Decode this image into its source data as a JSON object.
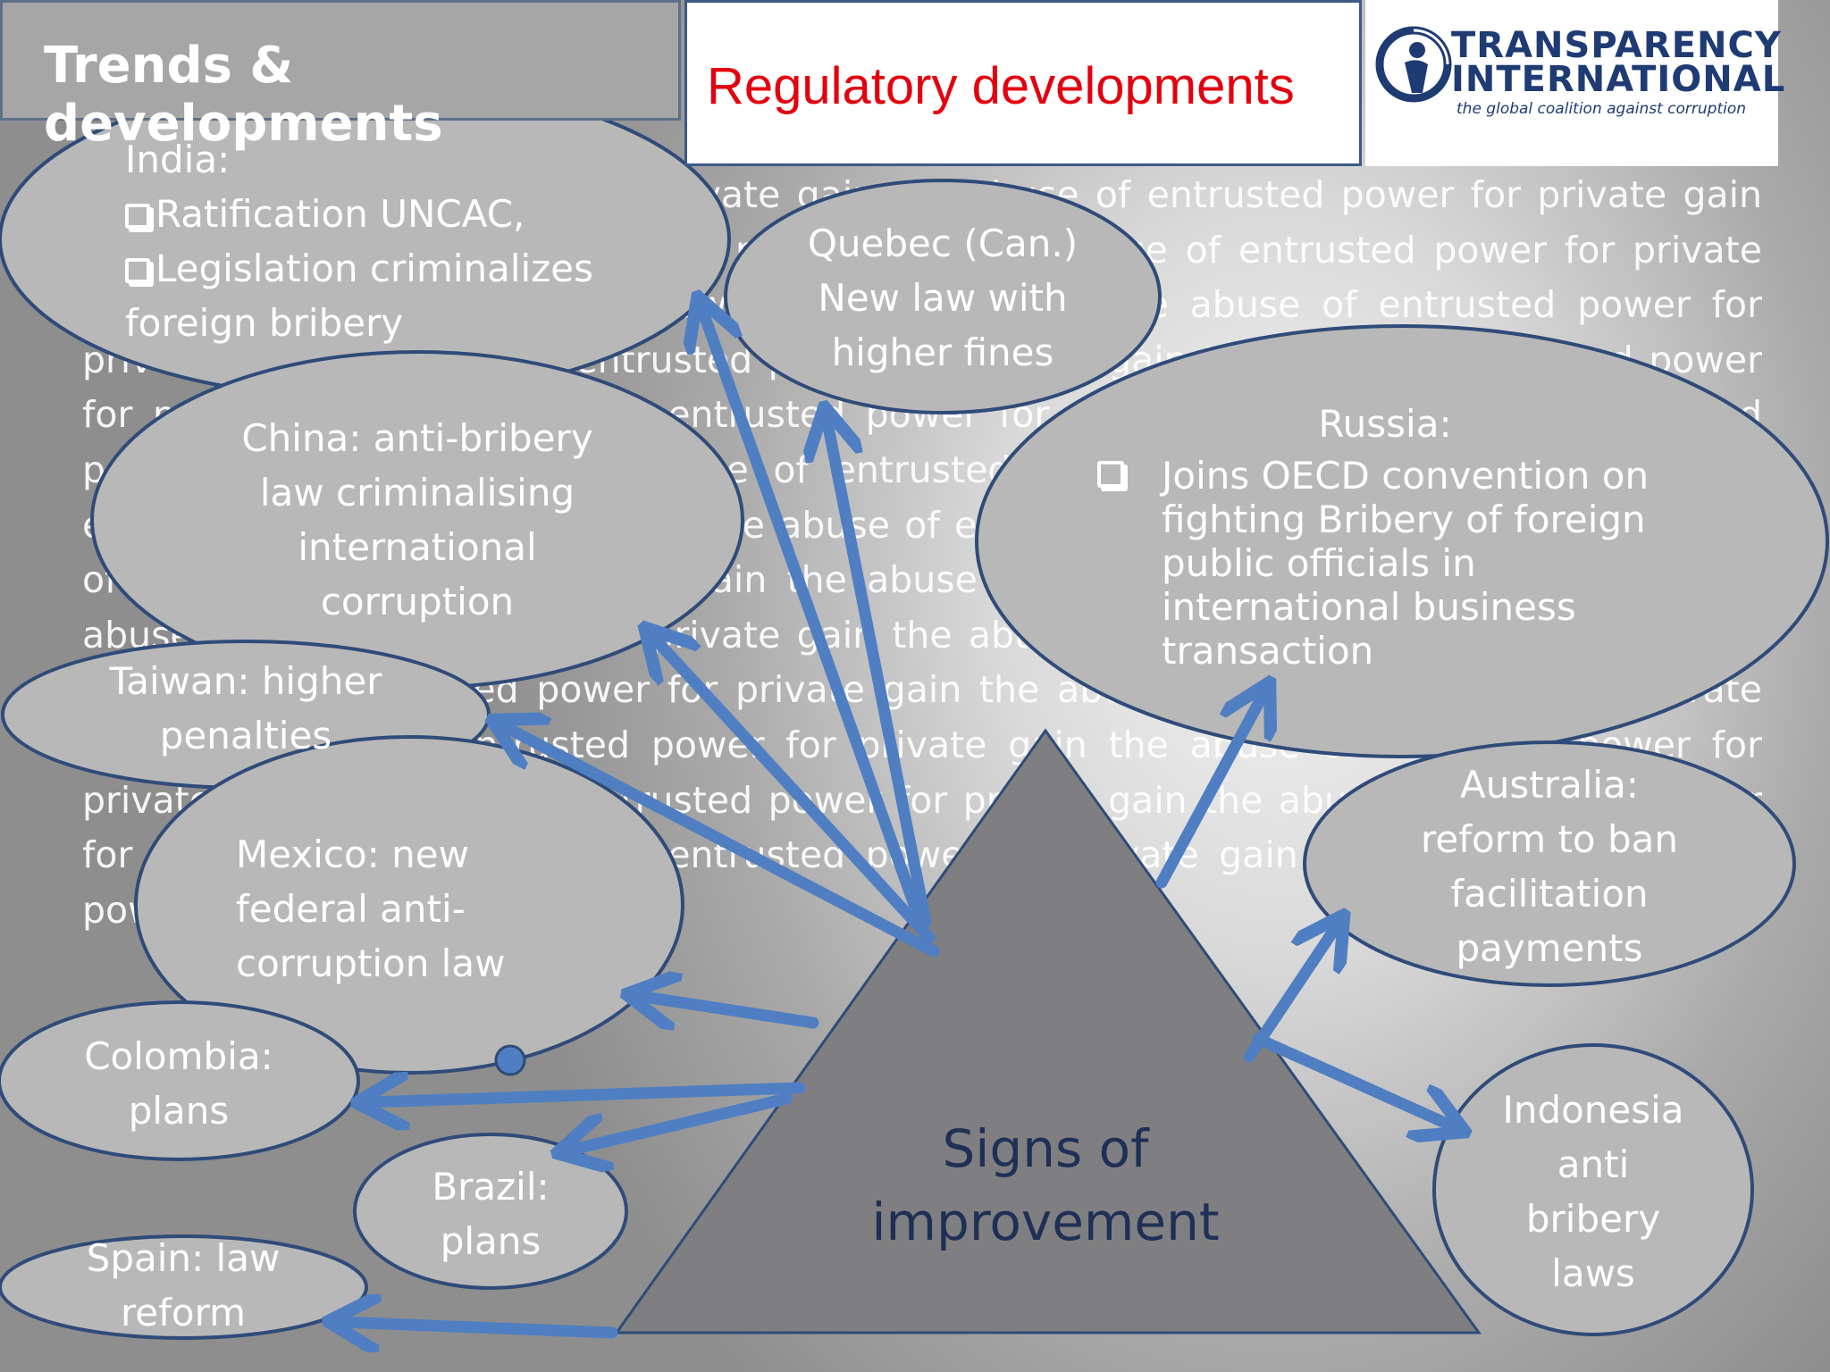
{
  "header": {
    "title": "Trends & developments",
    "subtitle": "Regulatory developments"
  },
  "logo": {
    "line1": "TRANSPARENCY",
    "line2": "INTERNATIONAL",
    "tagline": "the global coalition against corruption"
  },
  "background_text": "abuse of entrusted power for private gain the abuse of entrusted power for private gain the abuse of entrusted power for private gain the abuse of entrusted power for private gain the abuse of entrusted power for private gain the abuse of entrusted power for private gain the abuse of entrusted power for private gain the abuse of entrusted power for private gain the abuse of entrusted power for private gain the abuse of entrusted power for private gain the abuse of entrusted power for private gain the abuse of entrusted power for private gain the abuse of entrusted power for private gain the abuse of entrusted power for private gain the abuse of entrusted power for private gain the abuse of entrusted power for private gain the abuse of entrusted power for private gain the abuse of entrusted power for private gain the abuse of entrusted power for private gain the abuse of entrusted power for private gain the abuse of entrusted power for private gain the abuse of entrusted power for private gain the abuse of entrusted power for private gain the abuse of entrusted power for private gain the abuse of entrusted power for private gain",
  "center": {
    "line1": "Signs of",
    "line2": "improvement"
  },
  "nodes": {
    "india": {
      "title": "India:",
      "item1": "Ratification UNCAC,",
      "item2": "Legislation criminalizes",
      "item3": "foreign bribery"
    },
    "quebec": {
      "line1": "Quebec (Can.)",
      "line2": "New law with",
      "line3": "higher fines"
    },
    "china": {
      "line1": "China: anti-bribery",
      "line2": "law criminalising",
      "line3": "international",
      "line4": "corruption"
    },
    "russia": {
      "title": "Russia:",
      "item": "Joins OECD convention on fighting Bribery of foreign public officials in international business transaction"
    },
    "taiwan": {
      "line1": "Taiwan: higher",
      "line2": "penalties"
    },
    "mexico": {
      "line1": "Mexico: new",
      "line2": "federal anti-",
      "line3": "corruption law"
    },
    "australia": {
      "line1": "Australia:",
      "line2": "reform to ban",
      "line3": "facilitation",
      "line4": "payments"
    },
    "colombia": {
      "line1": "Colombia:",
      "line2": "plans"
    },
    "brazil": {
      "line1": "Brazil:",
      "line2": "plans"
    },
    "spain": {
      "line1": "Spain: law",
      "line2": "reform"
    },
    "indonesia": {
      "line1": "Indonesia",
      "line2": "anti",
      "line3": "bribery",
      "line4": "laws"
    }
  },
  "colors": {
    "ellipse_fill": "#b8b8b8",
    "ellipse_stroke": "#2f4b78",
    "arrow": "#4f7fc2",
    "triangle": "#7f7f81",
    "title_red": "#e3000f",
    "logo_blue": "#1f3b73"
  }
}
